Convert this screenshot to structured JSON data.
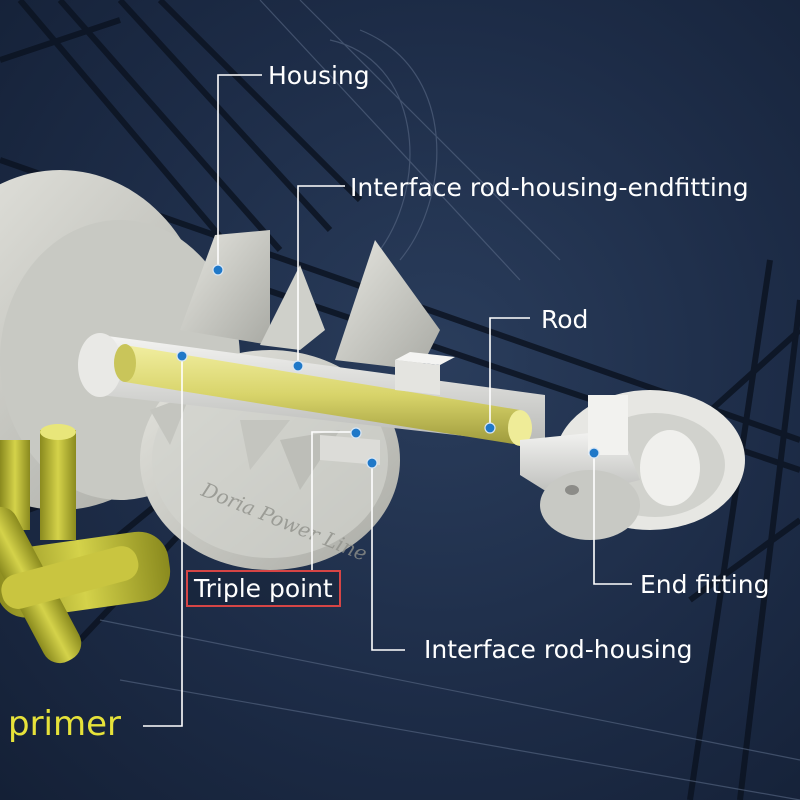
{
  "labels": {
    "housing": "Housing",
    "interface_rod_housing_endfitting": "Interface rod-housing-endfitting",
    "rod": "Rod",
    "end_fitting": "End fitting",
    "interface_rod_housing": "Interface rod-housing",
    "triple_point": "Triple point",
    "primer": "primer"
  },
  "watermark": "Doria Power Line",
  "colors": {
    "background": "#1d2c47",
    "leader_line": "#ffffff",
    "marker_dot": "#1f78c8",
    "rod_yellow": "#d8d46a",
    "primer_text": "#e6e23a",
    "highlight_box": "#d64545"
  }
}
